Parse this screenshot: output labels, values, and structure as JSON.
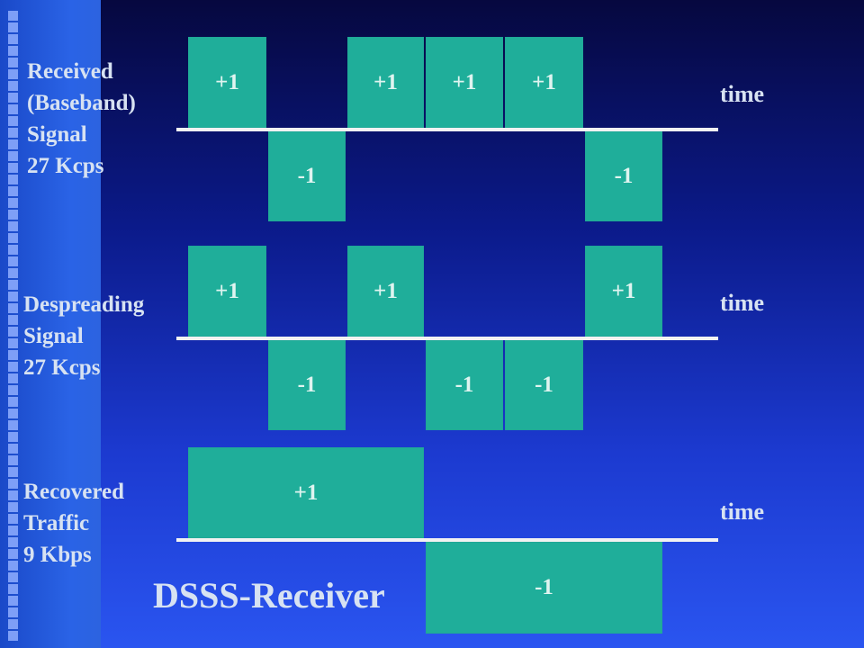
{
  "title": "DSSS-Receiver",
  "rows": {
    "received": {
      "label_lines": [
        "Received",
        "(Baseband)",
        "Signal",
        "27 Kcps"
      ],
      "time_label": "time",
      "chips": [
        "+1",
        "-1",
        "+1",
        "+1",
        "+1",
        "-1"
      ]
    },
    "despreading": {
      "label_lines": [
        "Despreading",
        "Signal",
        "27 Kcps"
      ],
      "time_label": "time",
      "chips": [
        "+1",
        "-1",
        "+1",
        "-1",
        "-1",
        "+1"
      ]
    },
    "recovered": {
      "label_lines": [
        "Recovered",
        "Traffic",
        "9 Kbps"
      ],
      "time_label": "time",
      "bits": [
        "+1",
        "-1"
      ]
    }
  },
  "colors": {
    "pulse": "#1fae9a",
    "text": "#d7e2f2",
    "baseline": "#f2f2f2"
  }
}
